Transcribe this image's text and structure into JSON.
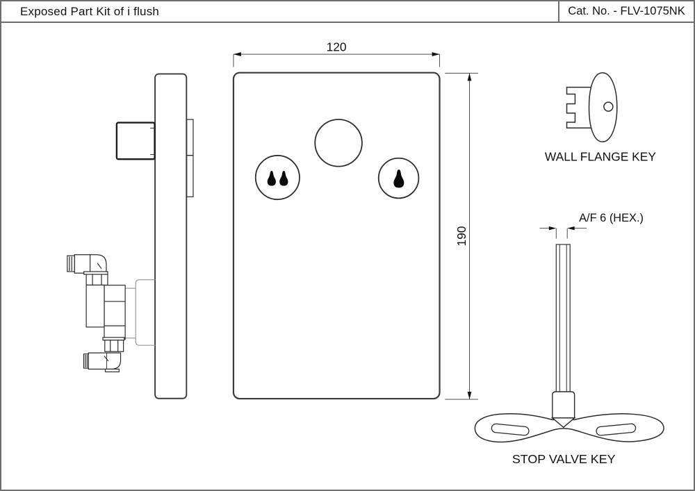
{
  "header": {
    "title": "Exposed Part Kit of i flush",
    "cat_no": "Cat. No. - FLV-1075NK"
  },
  "front_view": {
    "width_dim": "120",
    "height_dim": "190"
  },
  "wall_flange_key": {
    "label": "WALL FLANGE KEY"
  },
  "stop_valve_key": {
    "hex_dim": "A/F 6 (HEX.)",
    "label": "STOP VALVE KEY"
  },
  "colors": {
    "outline_dark": "#2b2b2b",
    "plate_stroke": "#3a3a3a",
    "light_part": "#9b9b9b",
    "dimension_line": "#4d4d4d",
    "border": "#6e6e6e",
    "background": "#ffffff"
  }
}
